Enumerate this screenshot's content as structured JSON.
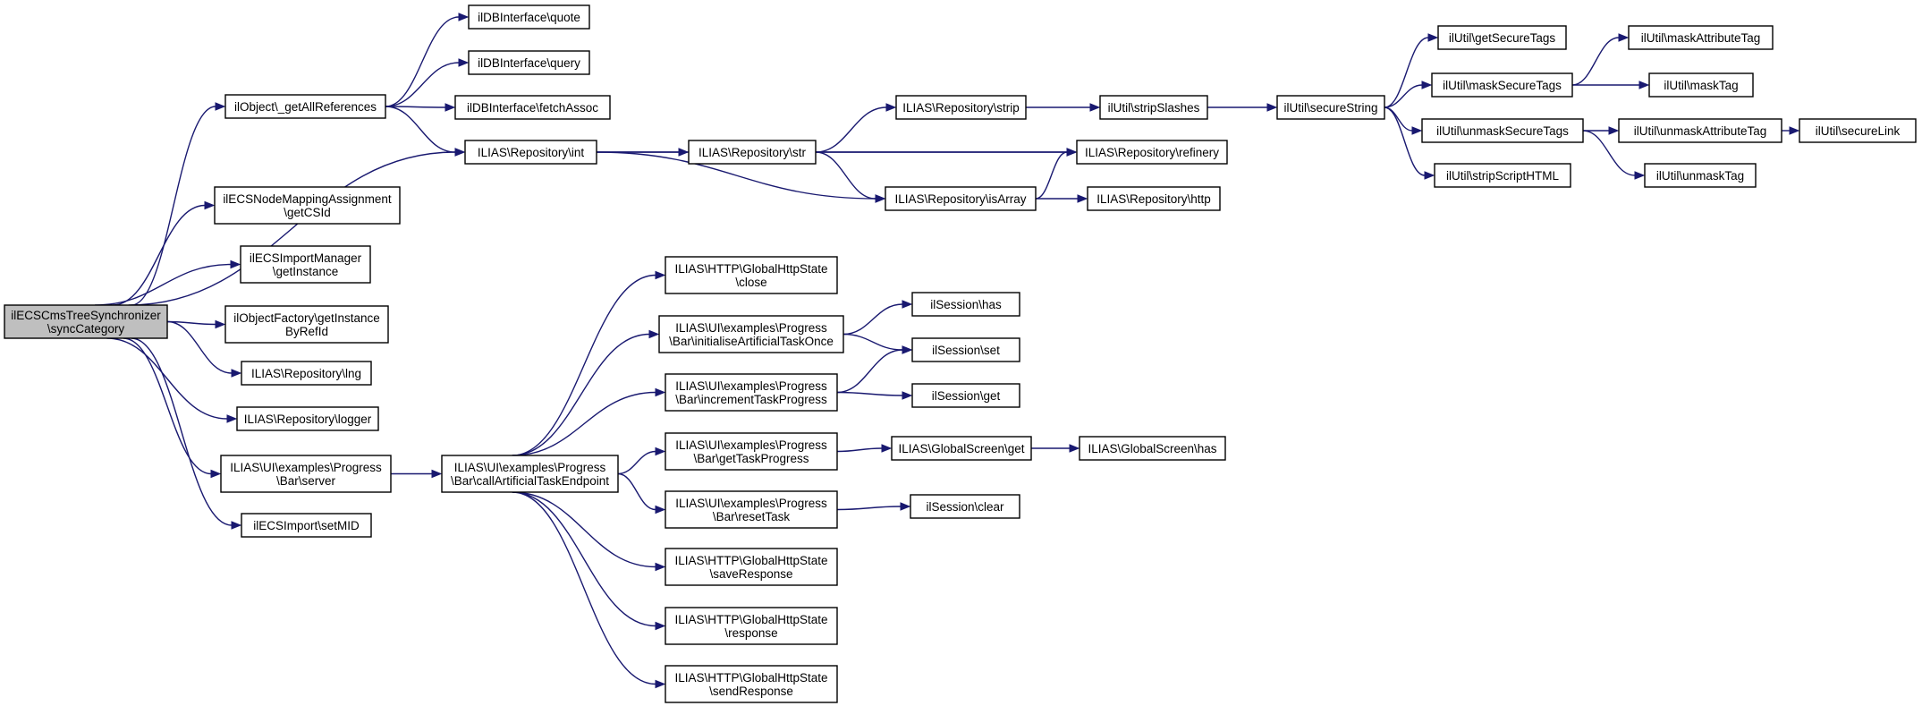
{
  "nodes": {
    "root": [
      "ilECSCmsTreeSynchronizer",
      "\\syncCategory"
    ],
    "getAllRefs": [
      "ilObject\\_getAllReferences"
    ],
    "quote": [
      "ilDBInterface\\quote"
    ],
    "query": [
      "ilDBInterface\\query"
    ],
    "fetchAssoc": [
      "ilDBInterface\\fetchAssoc"
    ],
    "repoInt": [
      "ILIAS\\Repository\\int"
    ],
    "repoStr": [
      "ILIAS\\Repository\\str"
    ],
    "repoStrip": [
      "ILIAS\\Repository\\strip"
    ],
    "stripSlashes": [
      "ilUtil\\stripSlashes"
    ],
    "secureString": [
      "ilUtil\\secureString"
    ],
    "getSecureTags": [
      "ilUtil\\getSecureTags"
    ],
    "maskSecureTags": [
      "ilUtil\\maskSecureTags"
    ],
    "unmaskSecureTags": [
      "ilUtil\\unmaskSecureTags"
    ],
    "stripScriptHTML": [
      "ilUtil\\stripScriptHTML"
    ],
    "maskAttributeTag": [
      "ilUtil\\maskAttributeTag"
    ],
    "maskTag": [
      "ilUtil\\maskTag"
    ],
    "unmaskAttributeTag": [
      "ilUtil\\unmaskAttributeTag"
    ],
    "unmaskTag": [
      "ilUtil\\unmaskTag"
    ],
    "secureLink": [
      "ilUtil\\secureLink"
    ],
    "refinery": [
      "ILIAS\\Repository\\refinery"
    ],
    "isArray": [
      "ILIAS\\Repository\\isArray"
    ],
    "http": [
      "ILIAS\\Repository\\http"
    ],
    "getCSId": [
      "ilECSNodeMappingAssignment",
      "\\getCSId"
    ],
    "ecsImportMgr": [
      "ilECSImportManager",
      "\\getInstance"
    ],
    "objFactory": [
      "ilObjectFactory\\getInstance",
      "ByRefId"
    ],
    "lng": [
      "ILIAS\\Repository\\lng"
    ],
    "logger": [
      "ILIAS\\Repository\\logger"
    ],
    "pbServer": [
      "ILIAS\\UI\\examples\\Progress",
      "\\Bar\\server"
    ],
    "setMID": [
      "ilECSImport\\setMID"
    ],
    "callEndpoint": [
      "ILIAS\\UI\\examples\\Progress",
      "\\Bar\\callArtificialTaskEndpoint"
    ],
    "ghsClose": [
      "ILIAS\\HTTP\\GlobalHttpState",
      "\\close"
    ],
    "initTask": [
      "ILIAS\\UI\\examples\\Progress",
      "\\Bar\\initialiseArtificialTaskOnce"
    ],
    "incTask": [
      "ILIAS\\UI\\examples\\Progress",
      "\\Bar\\incrementTaskProgress"
    ],
    "getTaskProg": [
      "ILIAS\\UI\\examples\\Progress",
      "\\Bar\\getTaskProgress"
    ],
    "resetTask": [
      "ILIAS\\UI\\examples\\Progress",
      "\\Bar\\resetTask"
    ],
    "saveResp": [
      "ILIAS\\HTTP\\GlobalHttpState",
      "\\saveResponse"
    ],
    "resp": [
      "ILIAS\\HTTP\\GlobalHttpState",
      "\\response"
    ],
    "sendResp": [
      "ILIAS\\HTTP\\GlobalHttpState",
      "\\sendResponse"
    ],
    "sessHas": [
      "ilSession\\has"
    ],
    "sessSet": [
      "ilSession\\set"
    ],
    "sessGet": [
      "ilSession\\get"
    ],
    "gsGet": [
      "ILIAS\\GlobalScreen\\get"
    ],
    "gsHas": [
      "ILIAS\\GlobalScreen\\has"
    ],
    "sessClear": [
      "ilSession\\clear"
    ]
  },
  "edges": [
    [
      "root",
      "getAllRefs"
    ],
    [
      "root",
      "repoInt"
    ],
    [
      "root",
      "getCSId"
    ],
    [
      "root",
      "ecsImportMgr"
    ],
    [
      "root",
      "objFactory"
    ],
    [
      "root",
      "lng"
    ],
    [
      "root",
      "logger"
    ],
    [
      "root",
      "pbServer"
    ],
    [
      "root",
      "setMID"
    ],
    [
      "getAllRefs",
      "quote"
    ],
    [
      "getAllRefs",
      "query"
    ],
    [
      "getAllRefs",
      "fetchAssoc"
    ],
    [
      "getAllRefs",
      "repoInt"
    ],
    [
      "repoInt",
      "repoStr"
    ],
    [
      "repoInt",
      "refinery"
    ],
    [
      "repoInt",
      "isArray"
    ],
    [
      "repoStr",
      "repoStrip"
    ],
    [
      "repoStr",
      "refinery"
    ],
    [
      "repoStr",
      "isArray"
    ],
    [
      "repoStrip",
      "stripSlashes"
    ],
    [
      "stripSlashes",
      "secureString"
    ],
    [
      "secureString",
      "getSecureTags"
    ],
    [
      "secureString",
      "maskSecureTags"
    ],
    [
      "secureString",
      "unmaskSecureTags"
    ],
    [
      "secureString",
      "stripScriptHTML"
    ],
    [
      "maskSecureTags",
      "maskAttributeTag"
    ],
    [
      "maskSecureTags",
      "maskTag"
    ],
    [
      "unmaskSecureTags",
      "unmaskAttributeTag"
    ],
    [
      "unmaskSecureTags",
      "unmaskTag"
    ],
    [
      "unmaskAttributeTag",
      "secureLink"
    ],
    [
      "isArray",
      "refinery"
    ],
    [
      "isArray",
      "http"
    ],
    [
      "pbServer",
      "callEndpoint"
    ],
    [
      "callEndpoint",
      "ghsClose"
    ],
    [
      "callEndpoint",
      "initTask"
    ],
    [
      "callEndpoint",
      "incTask"
    ],
    [
      "callEndpoint",
      "getTaskProg"
    ],
    [
      "callEndpoint",
      "resetTask"
    ],
    [
      "callEndpoint",
      "saveResp"
    ],
    [
      "callEndpoint",
      "resp"
    ],
    [
      "callEndpoint",
      "sendResp"
    ],
    [
      "initTask",
      "sessHas"
    ],
    [
      "initTask",
      "sessSet"
    ],
    [
      "incTask",
      "sessSet"
    ],
    [
      "incTask",
      "sessGet"
    ],
    [
      "getTaskProg",
      "gsGet"
    ],
    [
      "gsGet",
      "gsHas"
    ],
    [
      "resetTask",
      "sessClear"
    ]
  ]
}
